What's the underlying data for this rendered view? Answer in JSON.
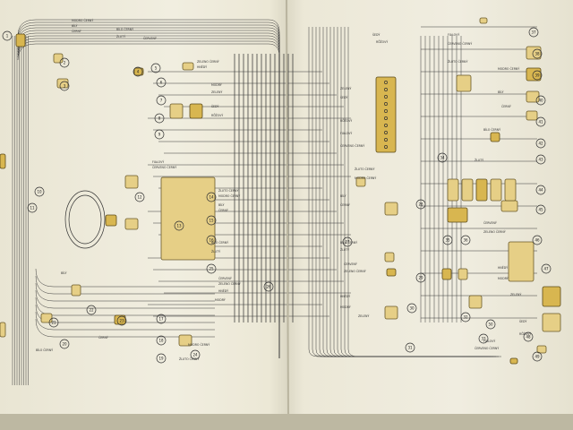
{
  "diagram": {
    "wire_labels": [
      "MODRO ČERNÝ",
      "BÍLÝ",
      "ČERNÝ",
      "BÍLO ČERNÝ",
      "ŽLUTÝ",
      "ČERVENÝ",
      "ZELENO ČERNÝ",
      "HNĚDÝ",
      "MODRÝ",
      "ZELENÝ",
      "ŠEDÝ",
      "RŮŽOVÝ",
      "FIALOVÝ",
      "ČERVENO ČERNÝ",
      "ŽLUTO ČERNÝ"
    ],
    "component_numbers": [
      "1",
      "2",
      "3",
      "4",
      "5",
      "6",
      "7",
      "8",
      "9",
      "10",
      "11",
      "12",
      "13",
      "14",
      "15",
      "16",
      "17",
      "18",
      "19",
      "20",
      "21",
      "22",
      "23",
      "24",
      "25",
      "26",
      "27",
      "28",
      "29",
      "30",
      "31",
      "32",
      "33",
      "34",
      "35",
      "36",
      "37",
      "38",
      "39",
      "40",
      "41",
      "42",
      "43",
      "44",
      "45",
      "46",
      "47",
      "48",
      "49",
      "50"
    ],
    "colors": {
      "paper": "#ece8d6",
      "ink": "#2b2b2b",
      "component": "#d8b650",
      "component_light": "#e6cf86"
    }
  }
}
